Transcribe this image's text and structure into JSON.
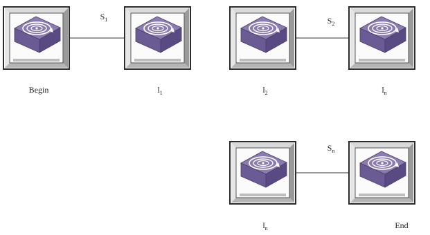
{
  "nodes": [
    {
      "label": "Begin",
      "sub": ""
    },
    {
      "label": "l",
      "sub": "1"
    },
    {
      "label": "l",
      "sub": "2"
    },
    {
      "label": "l",
      "sub": "n"
    },
    {
      "label": "l",
      "sub": "n"
    },
    {
      "label": "End",
      "sub": ""
    }
  ],
  "links": [
    {
      "label": "S",
      "sub": "1"
    },
    {
      "label": "S",
      "sub": "2"
    },
    {
      "label": "S",
      "sub": "n"
    }
  ],
  "colors": {
    "device_top": "#8a7bb0",
    "device_side": "#5a4a82",
    "device_front": "#6b5b94",
    "frame_light": "#f2f2f2",
    "frame_dark": "#2a2a2a",
    "line": "#333333"
  },
  "icons": {
    "device": "router-switch-icon"
  }
}
